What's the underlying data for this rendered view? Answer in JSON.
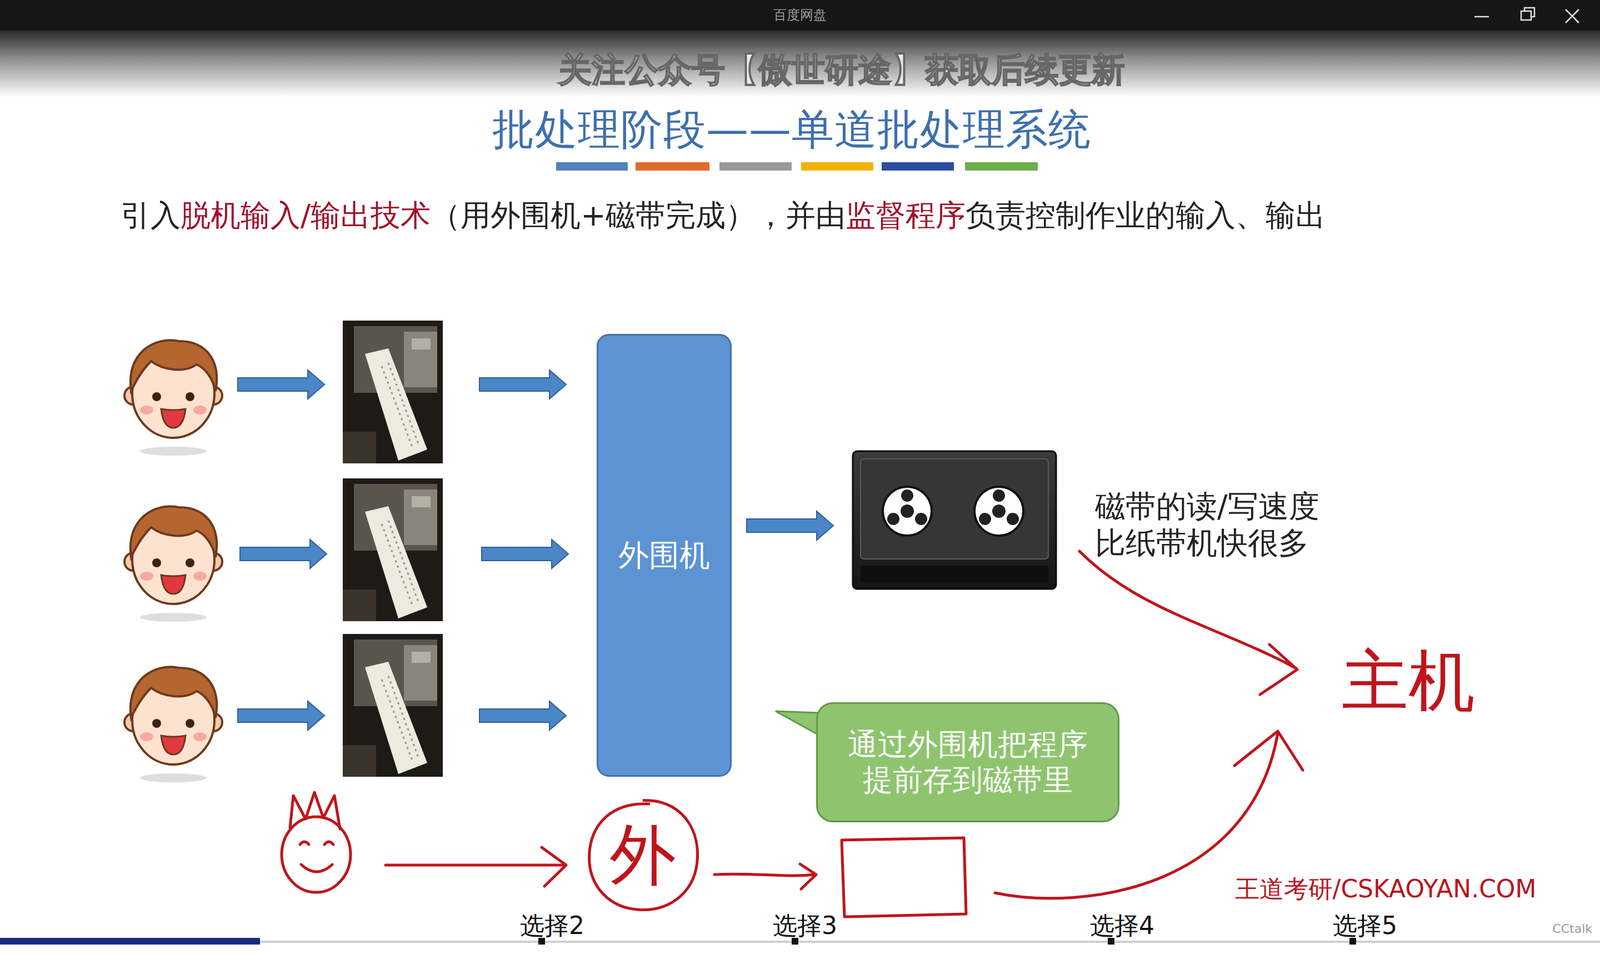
{
  "diagram": {
    "title": "批处理阶段——单道批处理系统",
    "nodes": [
      {
        "text": [
          "外围机"
        ]
      },
      {
        "text": [
          "通过外围机把程序 提前存到磁带里"
        ]
      },
      {
        "text": [
          "外"
        ]
      }
    ],
    "labels": [
      "百度网盘",
      "关注公众号【傲世研途】获取后续更新",
      "引入",
      "脱机输入/输出技术",
      "（用外围机+磁带完成），并由",
      "监督程序",
      "负责控制作业的输入、输出",
      "磁带的读/写速度 比纸带机快很多",
      "主机",
      "选择2",
      "选择3",
      "选择4",
      "选择5",
      "王道考研/CSKAOYAN.COM",
      "CCtalk"
    ]
  }
}
